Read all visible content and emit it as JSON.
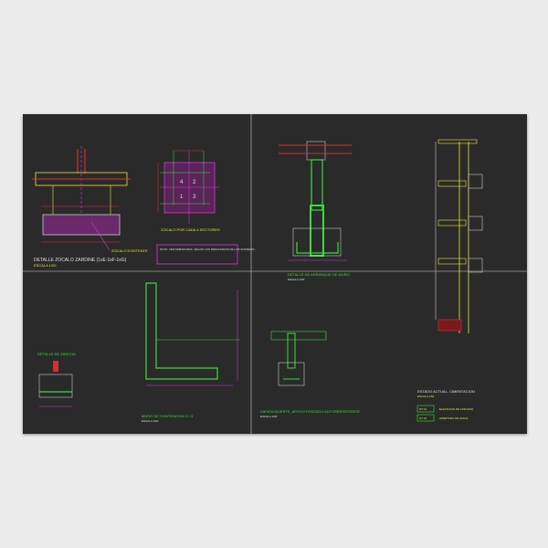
{
  "drawing": {
    "panels": [
      {
        "title": "DETALLE ZOCALO ZARDINE (1xE-1xF-1xG)",
        "scale": "ESCALA 1/20",
        "note": "ZOCALO EXISTENTE"
      },
      {
        "title": "DETALLE DE ARRANQUE DE MURO",
        "scale": "ESCALA 1/20"
      },
      {
        "title": "ESTADO ACTUAL. CIMENTACION",
        "scale": "ESCALA 1/50"
      },
      {
        "title": "DETALLE DE ZANCHA"
      },
      {
        "title": "MURO DE CONTENCION S / 3",
        "scale": "ESCALA 1/20"
      },
      {
        "title": "ZAPATA MUERTE_APOYO FORJADO AUTORRESISTENTE",
        "scale": "ESCALA 1/20"
      }
    ],
    "grid_numbers": [
      "4",
      "2",
      "1",
      "3"
    ],
    "grid_caption": "ZOCALO POR CADA 4 SECTORES",
    "note_box": "NOTA: VER ARMADURAS. SEGUN LOS RESULTADOS DE LOS SONDEOS...",
    "legend": [
      {
        "code": "NT 01",
        "label": "ELEVACION DE FORJADO"
      },
      {
        "code": "NT 01",
        "label": "APERTURA DE ZANJA"
      }
    ],
    "colors": {
      "background": "#2a2a2a",
      "yellow": "#e8e83a",
      "magenta": "#d23ad2",
      "green": "#3adc3a",
      "red": "#d23030",
      "white": "#e0e0e0",
      "blue": "#3a3ad2"
    }
  }
}
